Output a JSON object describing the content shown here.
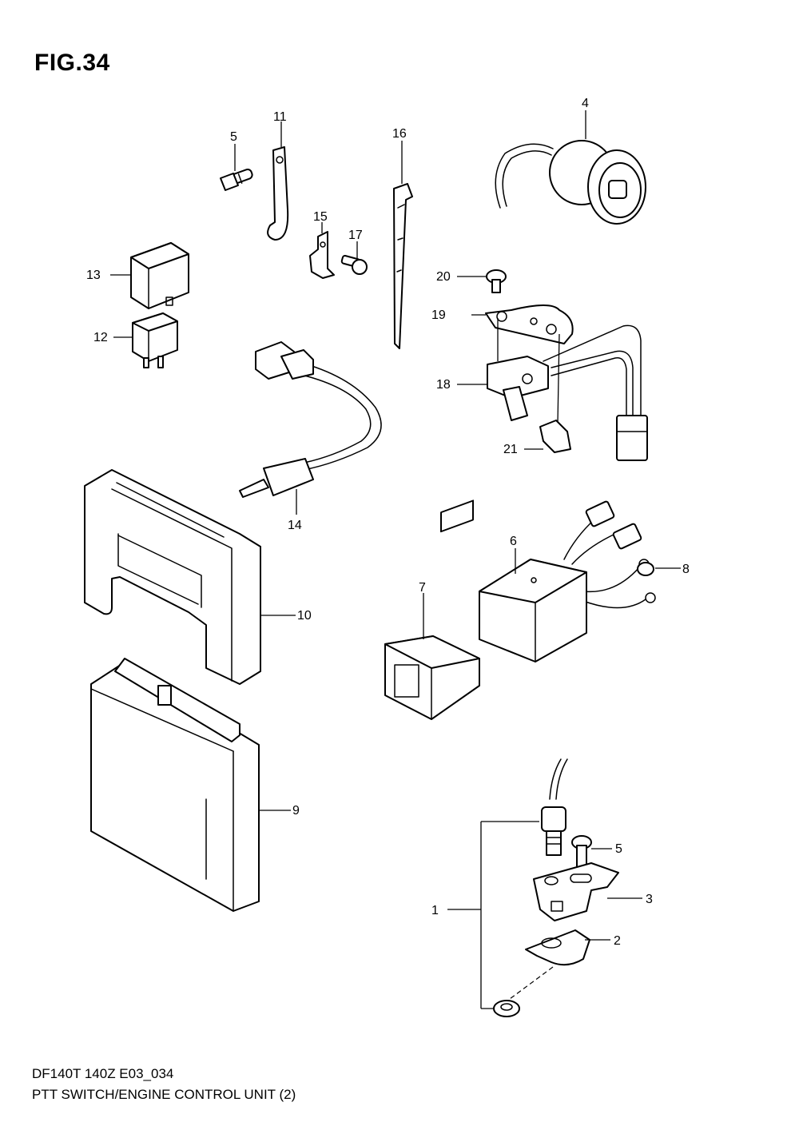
{
  "figure": {
    "title": "FIG.34",
    "model_code": "DF140T 140Z E03_034",
    "caption": "PTT SWITCH/ENGINE CONTROL UNIT (2)"
  },
  "callouts": {
    "c1": "1",
    "c2": "2",
    "c3": "3",
    "c4": "4",
    "c5a": "5",
    "c5b": "5",
    "c6": "6",
    "c7": "7",
    "c8": "8",
    "c9": "9",
    "c10": "10",
    "c11": "11",
    "c12": "12",
    "c13": "13",
    "c14": "14",
    "c15": "15",
    "c16": "16",
    "c17": "17",
    "c18": "18",
    "c19": "19",
    "c20": "20",
    "c21": "21"
  }
}
